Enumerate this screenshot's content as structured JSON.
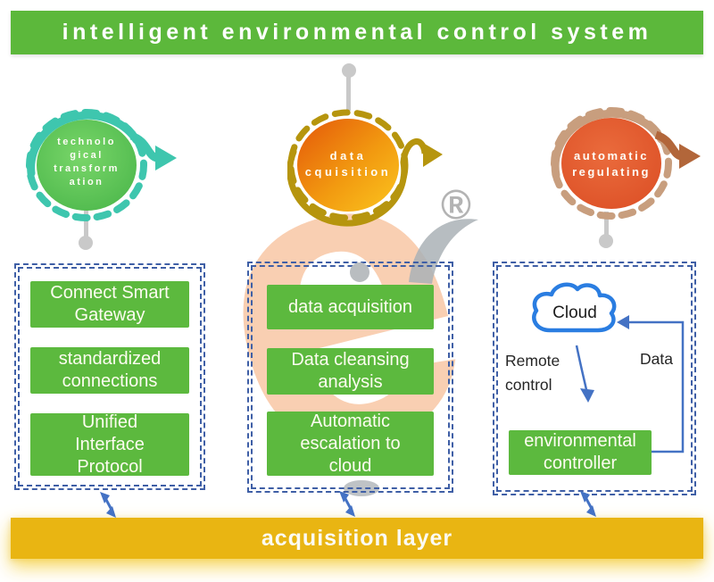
{
  "header": {
    "title": "intelligent environmental control system"
  },
  "badges": [
    {
      "name": "technological-transformation",
      "lines": [
        "technolo",
        "gical",
        "transform",
        "ation"
      ]
    },
    {
      "name": "data-acquisition",
      "lines": [
        "data",
        "cquisition"
      ]
    },
    {
      "name": "automatic-regulating",
      "lines": [
        "automatic",
        "regulating"
      ]
    }
  ],
  "process_columns": [
    {
      "name": "gateway-column",
      "steps": [
        "Connect Smart Gateway",
        "standardized connections",
        "Unified Interface Protocol"
      ]
    },
    {
      "name": "acquisition-column",
      "steps": [
        "data acquisition",
        "Data cleansing analysis",
        "Automatic escalation to cloud"
      ]
    }
  ],
  "cloud_panel": {
    "cloud_label": "Cloud",
    "remote_control_label": "Remote control",
    "data_label": "Data",
    "controller_label": "environmental controller"
  },
  "footer": {
    "label": "acquisition layer"
  },
  "watermark": {
    "glyph": "e",
    "registered_mark": "®"
  },
  "colors": {
    "header_green": "#5cb83b",
    "button_green": "#5cb93e",
    "footer_yellow": "#e9b512",
    "ring_teal": "#3ec6ae",
    "ring_gold": "#b6950e",
    "ring_tan": "#c89e7e",
    "arrow_brown": "#b2663a",
    "accent_blue": "#4472c4",
    "border_blue": "#3f5fa6",
    "cloud_blue": "#2a7de1",
    "connector_gray": "#c9c9c9",
    "watermark_orange": "#f8c4a0",
    "registered_gray": "#b3b3b3"
  }
}
